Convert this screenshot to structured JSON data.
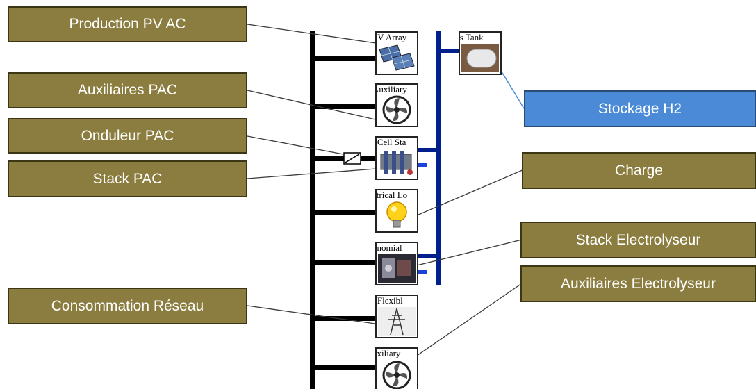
{
  "callouts": {
    "production_pv_ac": "Production PV AC",
    "auxiliaires_pac": "Auxiliaires PAC",
    "onduleur_pac": "Onduleur PAC",
    "stack_pac": "Stack PAC",
    "consommation_reseau": "Consommation Réseau",
    "stockage_h2": "Stockage H2",
    "charge": "Charge",
    "stack_electrolyseur": "Stack Electrolyseur",
    "auxiliaires_electrolyseur": "Auxiliaires Electrolyseur"
  },
  "components": {
    "pv_array": "PV Array",
    "auxiliary_pac": "Auxiliary",
    "fuel_cell_stack": "l Cell Sta",
    "electrical_load": "ctrical Lo",
    "polynomial": "ynomial",
    "flexible": ": Flexibl",
    "auxiliary_elec": "uxiliary",
    "gas_tank": "as Tank"
  },
  "colors": {
    "callout_fill": "#8b7d3f",
    "callout_border": "#3b3714",
    "highlight_fill": "#4a8ad6",
    "ac_bus": "#000000",
    "h2_bus": "#001f8c"
  }
}
